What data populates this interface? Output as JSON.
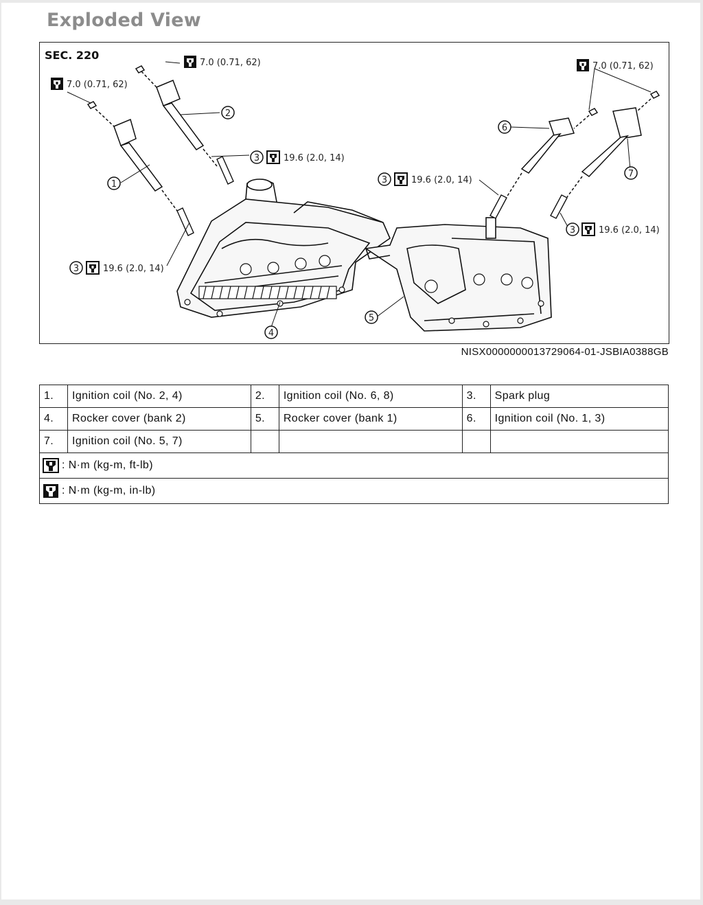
{
  "page": {
    "title": "Exploded View"
  },
  "figure": {
    "section": "SEC. 220",
    "id_text": "NISX0000000013729064-01-JSBIA0388GB",
    "callouts": {
      "c1": "1",
      "c2": "2",
      "c3": "3",
      "c4": "4",
      "c5": "5",
      "c6": "6",
      "c7": "7"
    },
    "torque_coil": "7.0 (0.71, 62)",
    "torque_plug": "19.6 (2.0, 14)"
  },
  "legend": {
    "rows": [
      [
        {
          "num": "1.",
          "text": "Ignition coil (No. 2, 4)"
        },
        {
          "num": "2.",
          "text": "Ignition coil (No. 6, 8)"
        },
        {
          "num": "3.",
          "text": "Spark plug"
        }
      ],
      [
        {
          "num": "4.",
          "text": "Rocker cover (bank 2)"
        },
        {
          "num": "5.",
          "text": "Rocker cover (bank 1)"
        },
        {
          "num": "6.",
          "text": "Ignition coil (No. 1, 3)"
        }
      ],
      [
        {
          "num": "7.",
          "text": "Ignition coil (No. 5, 7)"
        },
        {
          "num": "",
          "text": ""
        },
        {
          "num": "",
          "text": ""
        }
      ]
    ],
    "units": [
      {
        "icon": "torque-wrench-open-icon",
        "text": ": N·m (kg-m, ft-lb)"
      },
      {
        "icon": "torque-wrench-solid-icon",
        "text": ": N·m (kg-m, in-lb)"
      }
    ]
  }
}
